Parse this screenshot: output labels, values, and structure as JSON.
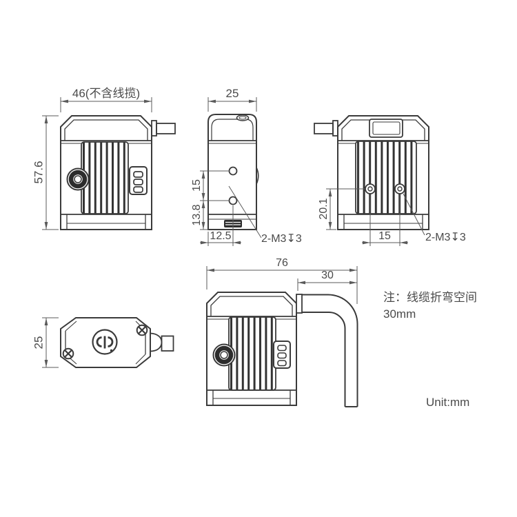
{
  "unit_label": "Unit:mm",
  "note": {
    "line1": "注：线缆折弯空间",
    "line2": "30mm"
  },
  "views": {
    "front": {
      "width_label": "46(不含线揽)",
      "height_label": "57.6"
    },
    "side": {
      "width_label": "25",
      "hole_pitch_label": "15",
      "hole_to_base_label": "13.8",
      "hole_offset_label": "12.5",
      "thread_label": "2-M3↧3"
    },
    "rear": {
      "hole_height_label": "20.1",
      "hole_pitch_label": "15",
      "thread_label": "2-M3↧3"
    },
    "top": {
      "depth_label": "25"
    },
    "cable": {
      "overall_label": "76",
      "bend_space_label": "30"
    }
  },
  "colors": {
    "outline": "#3a3a3a",
    "dimension": "#5a5a5a",
    "text": "#4a4a4a",
    "dark_fill": "#2d2d2d",
    "background": "#ffffff"
  }
}
